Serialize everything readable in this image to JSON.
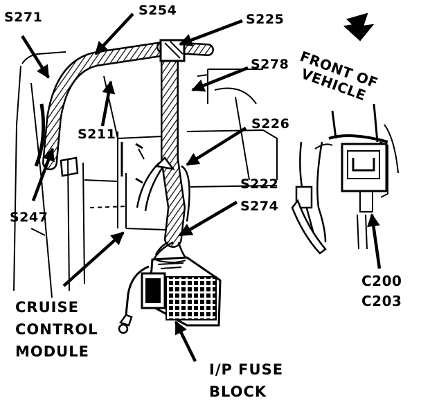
{
  "callouts": {
    "s271": "S271",
    "s254": "S254",
    "s225": "S225",
    "s278": "S278",
    "s211": "S211",
    "s226": "S226",
    "s222": "S222",
    "s274": "S274",
    "s247": "S247",
    "cruise_control_module": [
      "CRUISE",
      "CONTROL",
      "MODULE"
    ],
    "ip_fuse_block": [
      "I/P FUSE",
      "BLOCK"
    ],
    "c200": "C200",
    "c203": "C203",
    "front_of_vehicle": [
      "FRONT OF",
      "VEHICLE"
    ]
  },
  "colors": {
    "ink": "#000000",
    "paper": "#ffffff"
  }
}
